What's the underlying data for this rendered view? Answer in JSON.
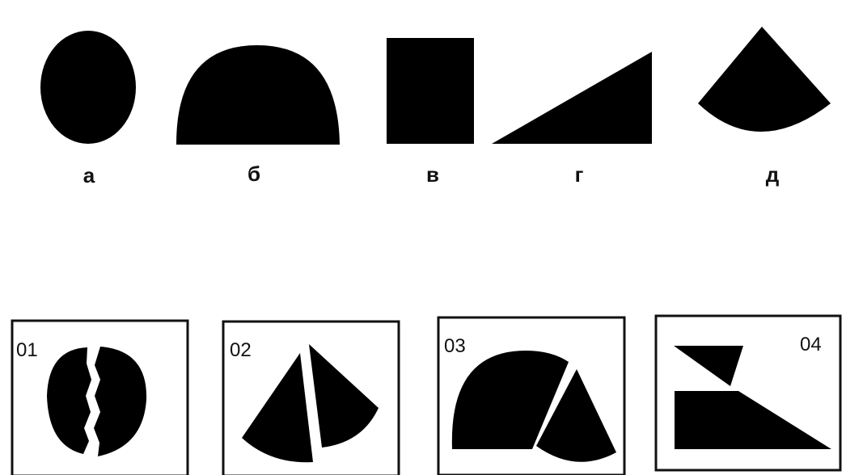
{
  "colors": {
    "ink": "#000000",
    "background": "#ffffff"
  },
  "shapes": [
    {
      "id": "a",
      "label": "а",
      "kind": "ellipse"
    },
    {
      "id": "b",
      "label": "б",
      "kind": "semicircle"
    },
    {
      "id": "v",
      "label": "в",
      "kind": "rectangle"
    },
    {
      "id": "g",
      "label": "г",
      "kind": "right-triangle"
    },
    {
      "id": "d",
      "label": "д",
      "kind": "circular-sector"
    }
  ],
  "panels": [
    {
      "id": "p1",
      "number": "01"
    },
    {
      "id": "p2",
      "number": "02"
    },
    {
      "id": "p3",
      "number": "03"
    },
    {
      "id": "p4",
      "number": "04"
    }
  ]
}
